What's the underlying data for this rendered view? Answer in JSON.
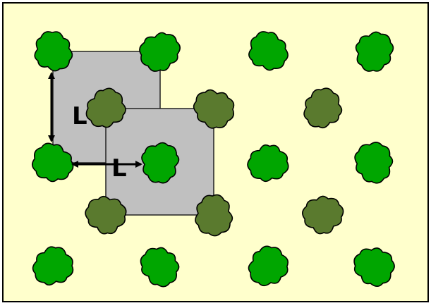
{
  "diagram": {
    "colors": {
      "background": "#FFFFCC",
      "frame": "#000000",
      "square_fill": "#C0C0C0",
      "square_stroke": "#222222",
      "tree_light": "#00A600",
      "tree_dark": "#5A7A2E",
      "arrow": "#000000"
    },
    "grid": {
      "light_rows": 3,
      "light_cols": 4,
      "dark_rows": 2,
      "dark_cols": 3,
      "overlapping_squares": 2
    },
    "labels": {
      "vertical_dimension": "L",
      "horizontal_dimension": "L"
    },
    "icons": {
      "light_tree": "tree-canopy-light-icon",
      "dark_tree": "tree-canopy-dark-icon",
      "arrow": "double-arrow-icon"
    }
  }
}
